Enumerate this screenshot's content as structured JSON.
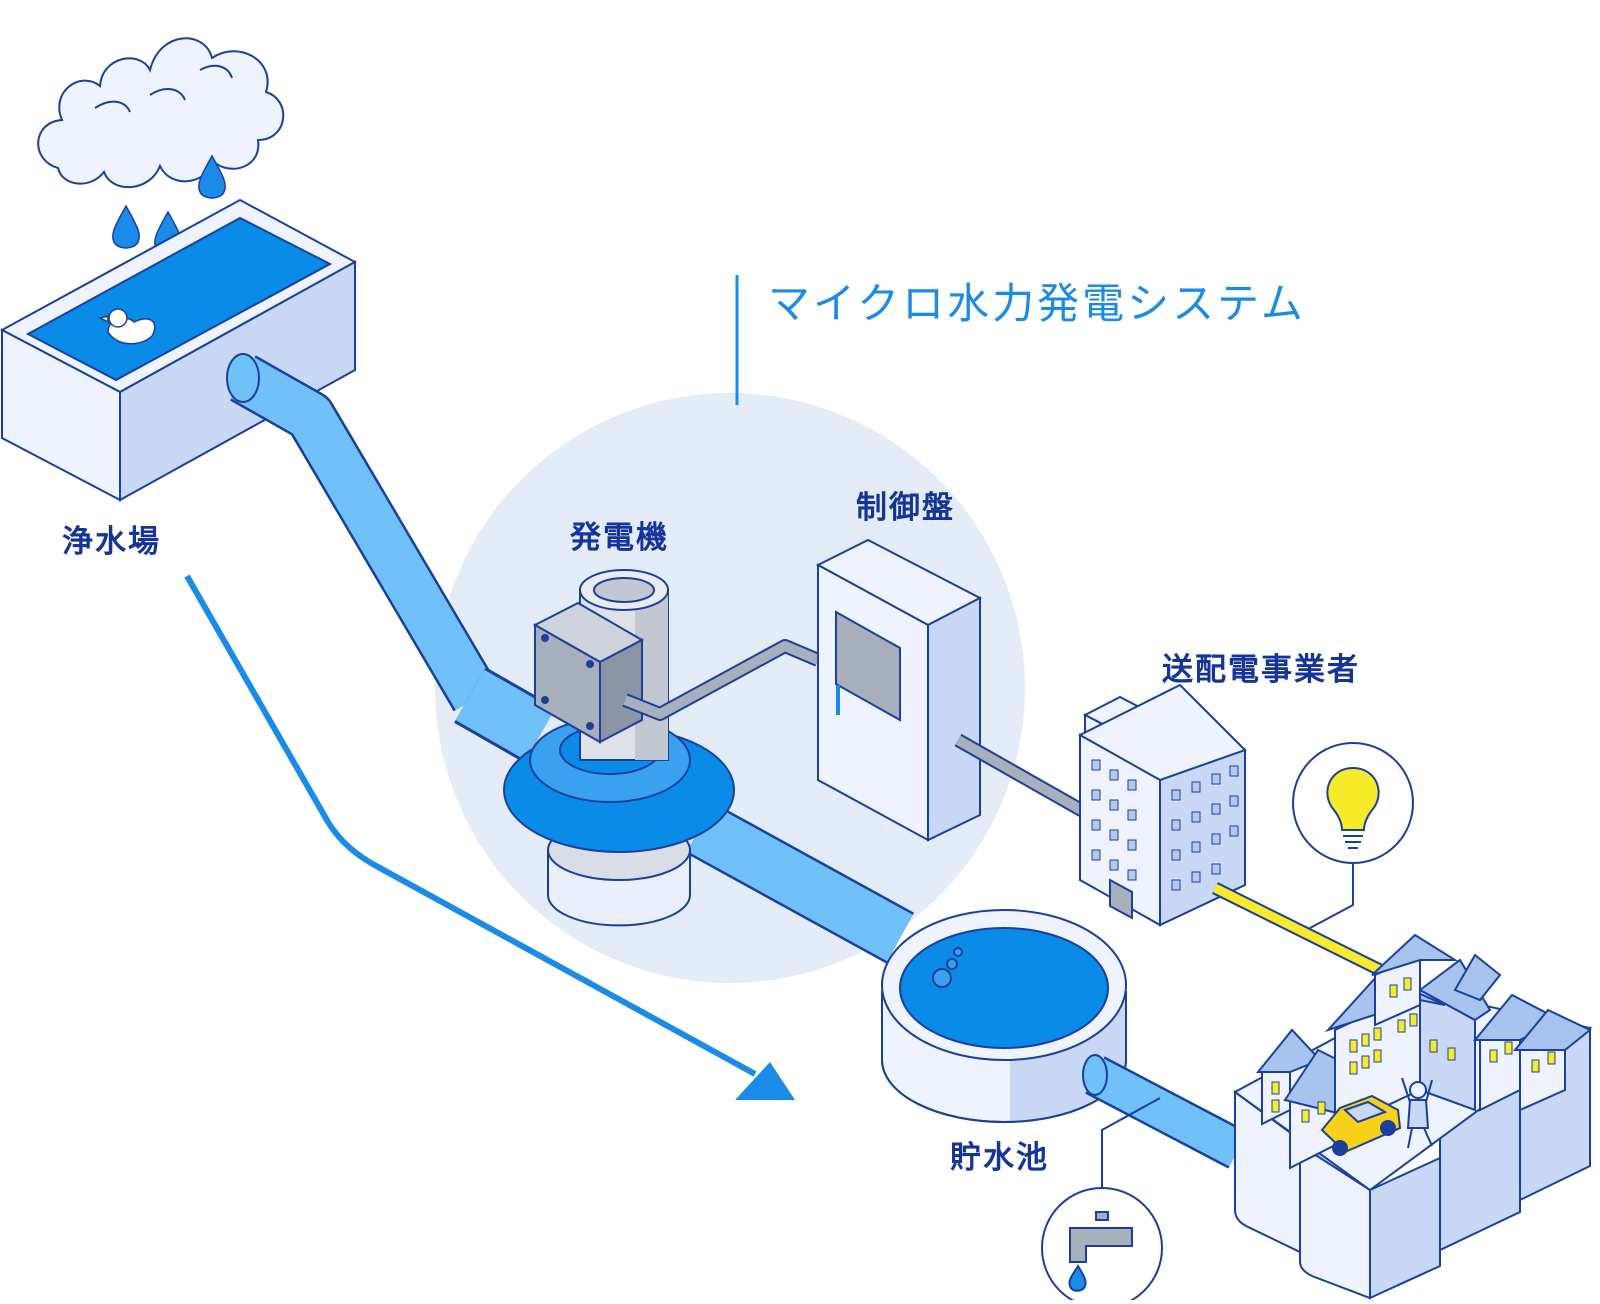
{
  "title": "マイクロ水力発電システム",
  "labels": {
    "plant": "浄水場",
    "generator": "発電機",
    "control": "制御盤",
    "utility": "送配電事業者",
    "reservoir": "貯水池"
  },
  "colors": {
    "outline": "#1a3f9c",
    "water": "#0a8be8",
    "pipe": "#6fc1f8",
    "pale": "#e9effb",
    "box": "#c9d9f5",
    "circle_bg": "#e4ecf8",
    "grey": "#a8b0bc",
    "yellow": "#f8ec2a",
    "arrow": "#1a8be6"
  }
}
